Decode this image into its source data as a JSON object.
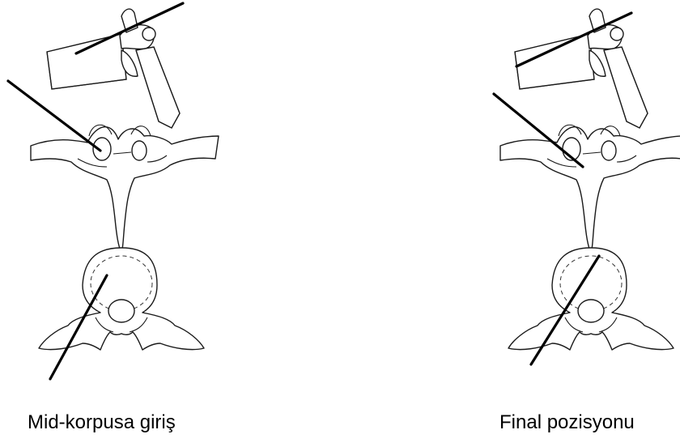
{
  "panels": [
    {
      "id": "left",
      "caption": "Mid-korpusa giriş",
      "needle_color": "#000000"
    },
    {
      "id": "right",
      "caption": "Final pozisyonu",
      "needle_color": "#000000"
    }
  ],
  "icons": {
    "lateral_view": "lateral-vertebra-section-icon",
    "posterior_view": "posterior-vertebra-icon",
    "axial_view": "axial-vertebra-icon",
    "needle": "trocar-needle-icon"
  }
}
